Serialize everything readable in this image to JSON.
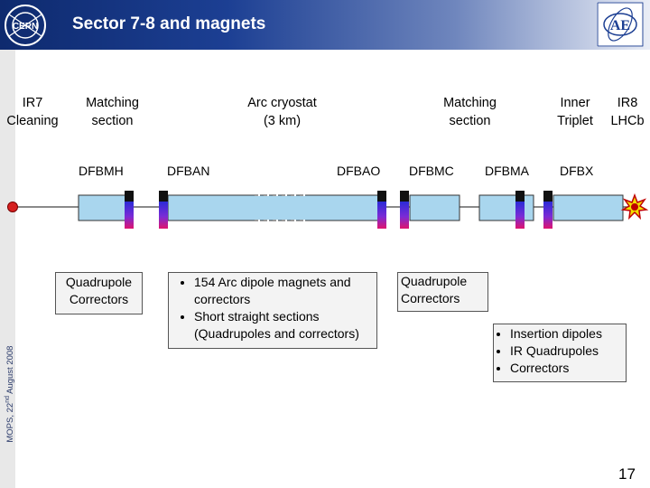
{
  "header": {
    "title": "Sector 7-8 and magnets",
    "cern_logo_text": "CERN",
    "ae_logo_text": "AE"
  },
  "sidebar": {
    "vertical_text": "MOPS, 22nd August 2008"
  },
  "labels": {
    "ir7": "IR7\nCleaning",
    "matching_left": "Matching\nsection",
    "arc": "Arc cryostat\n(3 km)",
    "matching_right": "Matching\nsection",
    "inner_triplet": "Inner\nTriplet",
    "ir8": "IR8\nLHCb"
  },
  "dfb": [
    "DFBMH",
    "DFBAN",
    "DFBAO",
    "DFBMC",
    "DFBMA",
    "DFBX"
  ],
  "boxes": {
    "quad_left": "Quadrupole\nCorrectors",
    "arc_items": [
      "154 Arc dipole magnets and correctors",
      "Short straight sections (Quadrupoles and correctors)"
    ],
    "quad_right": "Quadrupole\nCorrectors",
    "ir_items": [
      "Insertion dipoles",
      "IR Quadrupoles",
      "Correctors"
    ]
  },
  "colors": {
    "header_dark": "#0e2a6e",
    "magnet_fill": "#a9d6ee",
    "feedbox_top": "#2b2bd6",
    "feedbox_bottom": "#e0146e",
    "endpoint_red": "#d62020"
  },
  "page_number": "17"
}
